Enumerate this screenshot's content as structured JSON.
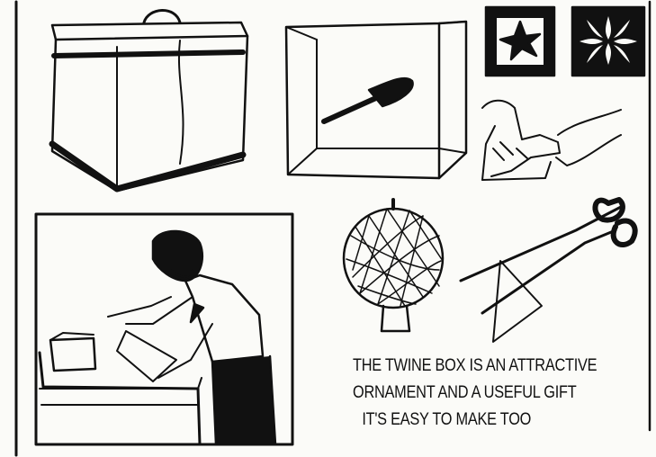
{
  "caption": {
    "line1": "THE TWINE BOX IS AN ATTRACTIVE",
    "line2": "ORNAMENT AND A USEFUL GIFT",
    "line3": "IT'S EASY TO MAKE TOO"
  },
  "colors": {
    "ink": "#111111",
    "paper": "#fbfbf8"
  }
}
